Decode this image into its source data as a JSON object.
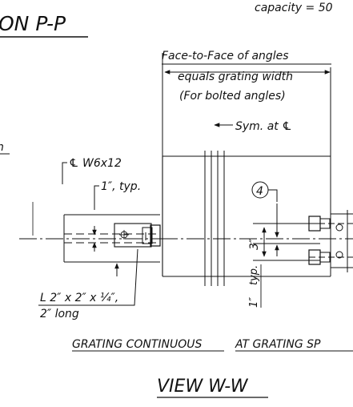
{
  "header": {
    "section_title_fragment": "ON P-P",
    "capacity_note": "capacity = 50"
  },
  "labels": {
    "face_to_face": [
      "Face-to-Face of angles",
      "equals grating width",
      "(For bolted angles)"
    ],
    "sym": "Sym. at ℄",
    "beam": "℄ W6x12",
    "typ_1in": "1″, typ.",
    "circle_note": "4",
    "dim_3in": "3″",
    "dim_1in": "1″",
    "typ": "typ.",
    "angle_note": [
      "L 2″ x 2″ x ¼″,",
      "2″ long"
    ],
    "grating_continuous": "GRATING CONTINUOUS",
    "at_grating_sp": "AT GRATING SP",
    "view_title": "VIEW W-W"
  }
}
